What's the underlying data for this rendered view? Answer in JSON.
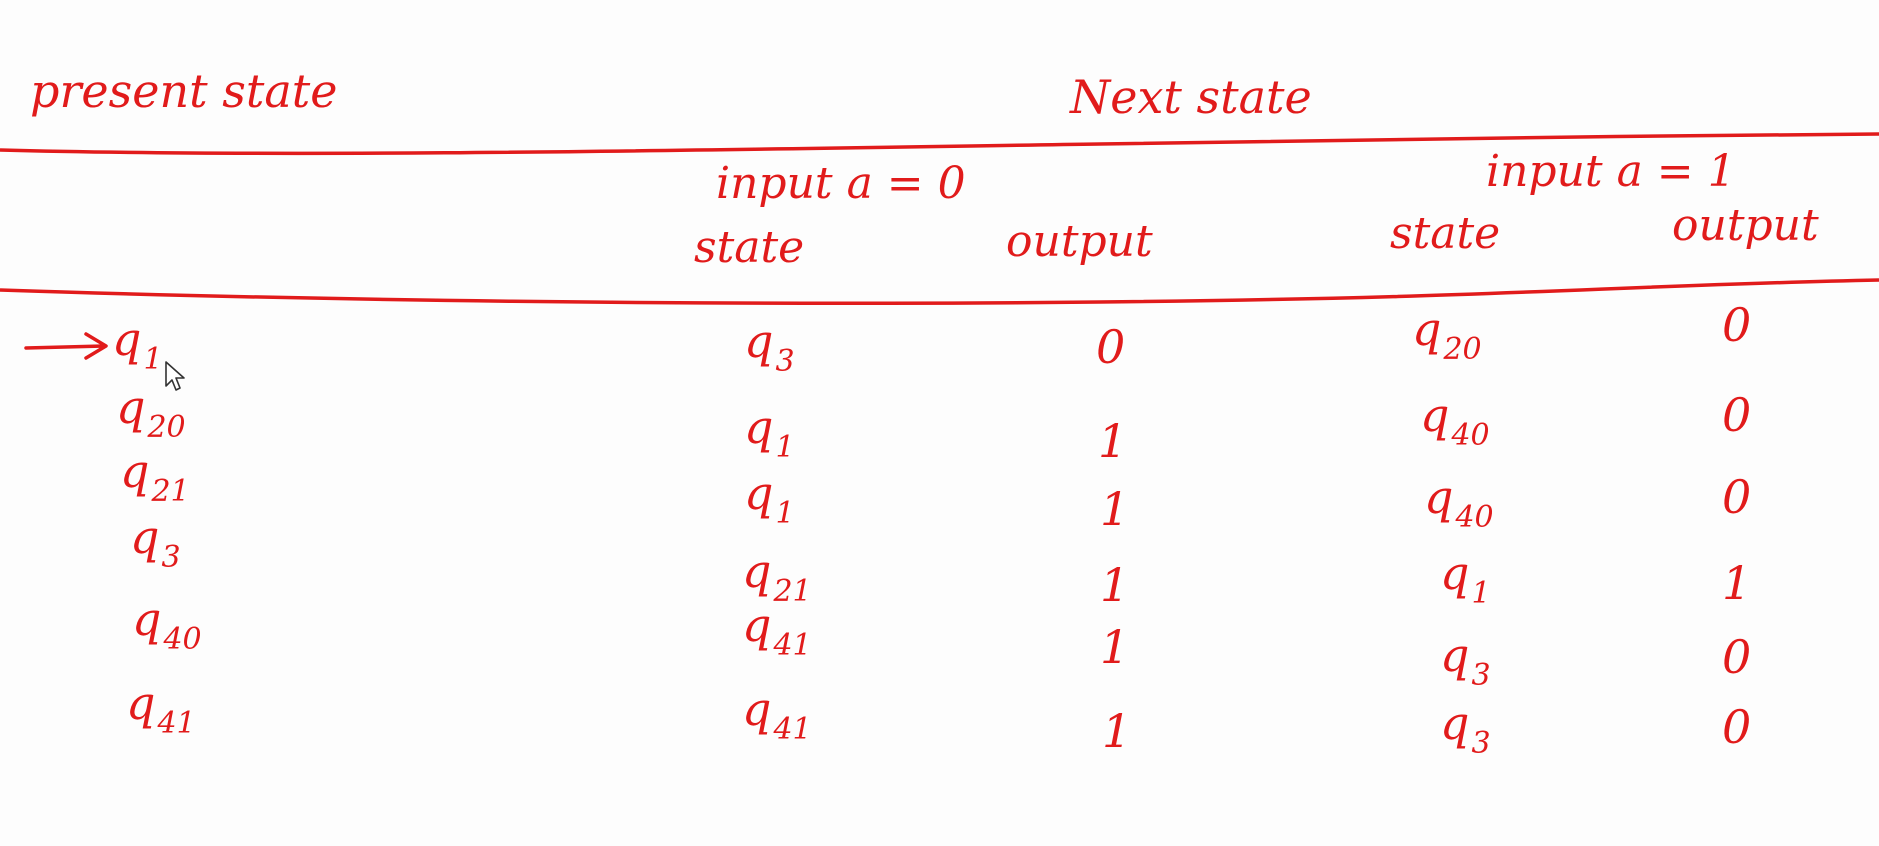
{
  "headings": {
    "present_state": "present state",
    "next_state": "Next state"
  },
  "input_groups": [
    {
      "label": "input  a = 0",
      "state_col": "state",
      "output_col": "output"
    },
    {
      "label": "input  a = 1",
      "state_col": "state",
      "output_col": "output"
    }
  ],
  "rows": [
    {
      "present": {
        "base": "q",
        "sub": "1"
      },
      "a0_state": {
        "base": "q",
        "sub": "3"
      },
      "a0_output": "0",
      "a1_state": {
        "base": "q",
        "sub": "20"
      },
      "a1_output": "0",
      "initial": true
    },
    {
      "present": {
        "base": "q",
        "sub": "20"
      },
      "a0_state": {
        "base": "q",
        "sub": "1"
      },
      "a0_output": "1",
      "a1_state": {
        "base": "q",
        "sub": "40"
      },
      "a1_output": "0",
      "initial": false
    },
    {
      "present": {
        "base": "q",
        "sub": "21"
      },
      "a0_state": {
        "base": "q",
        "sub": "1"
      },
      "a0_output": "1",
      "a1_state": {
        "base": "q",
        "sub": "40"
      },
      "a1_output": "0",
      "initial": false
    },
    {
      "present": {
        "base": "q",
        "sub": "3"
      },
      "a0_state": {
        "base": "q",
        "sub": "21"
      },
      "a0_output": "1",
      "a1_state": {
        "base": "q",
        "sub": "1"
      },
      "a1_output": "1",
      "initial": false
    },
    {
      "present": {
        "base": "q",
        "sub": "40"
      },
      "a0_state": {
        "base": "q",
        "sub": "41"
      },
      "a0_output": "1",
      "a1_state": {
        "base": "q",
        "sub": "3"
      },
      "a1_output": "0",
      "initial": false
    },
    {
      "present": {
        "base": "q",
        "sub": "41"
      },
      "a0_state": {
        "base": "q",
        "sub": "41"
      },
      "a0_output": "1",
      "a1_state": {
        "base": "q",
        "sub": "3"
      },
      "a1_output": "0",
      "initial": false
    }
  ],
  "ink_color": "#e11b1b"
}
